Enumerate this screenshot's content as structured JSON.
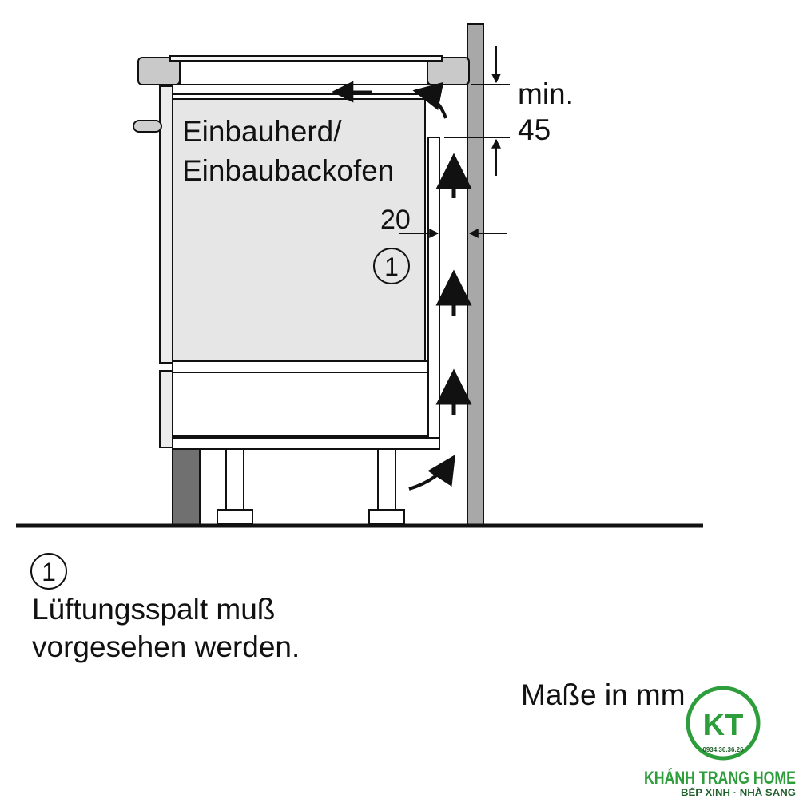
{
  "appliance": {
    "label_line1": "Einbauherd/",
    "label_line2": "Einbaubackofen"
  },
  "dimensions": {
    "top_gap_label": "min.",
    "top_gap_value": "45",
    "side_gap_value": "20"
  },
  "callout": {
    "marker": "1"
  },
  "legend": {
    "marker": "1",
    "line1": "Lüftungsspalt muß",
    "line2": "vorgesehen werden."
  },
  "units_note": "Maße in mm",
  "watermark": {
    "monogram": "KT",
    "phone": "0934.36.36.26",
    "brand": "KHÁNH TRANG HOME",
    "tagline": "BẾP XINH · NHÀ SANG"
  },
  "colors": {
    "line": "#111111",
    "oven_fill": "#e6e6e6",
    "wall_fill": "#a8a8a8",
    "plinth_fill": "#707070",
    "brand_green": "#2e9d3b",
    "brand_dark": "#1f5f2a"
  }
}
